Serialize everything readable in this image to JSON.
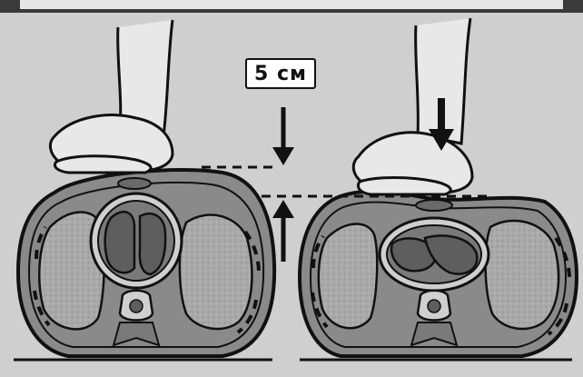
{
  "figure": {
    "compression_label": "5 см"
  },
  "panels": [
    {
      "id": "left",
      "state": "relaxed chest"
    },
    {
      "id": "right",
      "state": "compressed chest"
    }
  ],
  "colors": {
    "background": "#cfcfcf",
    "frame": "#3a3a3a",
    "body_fill": "#8a8a8a",
    "lung_fill": "#a9a9a9",
    "heart_fill": "#5e5e5e",
    "outline": "#111111"
  }
}
